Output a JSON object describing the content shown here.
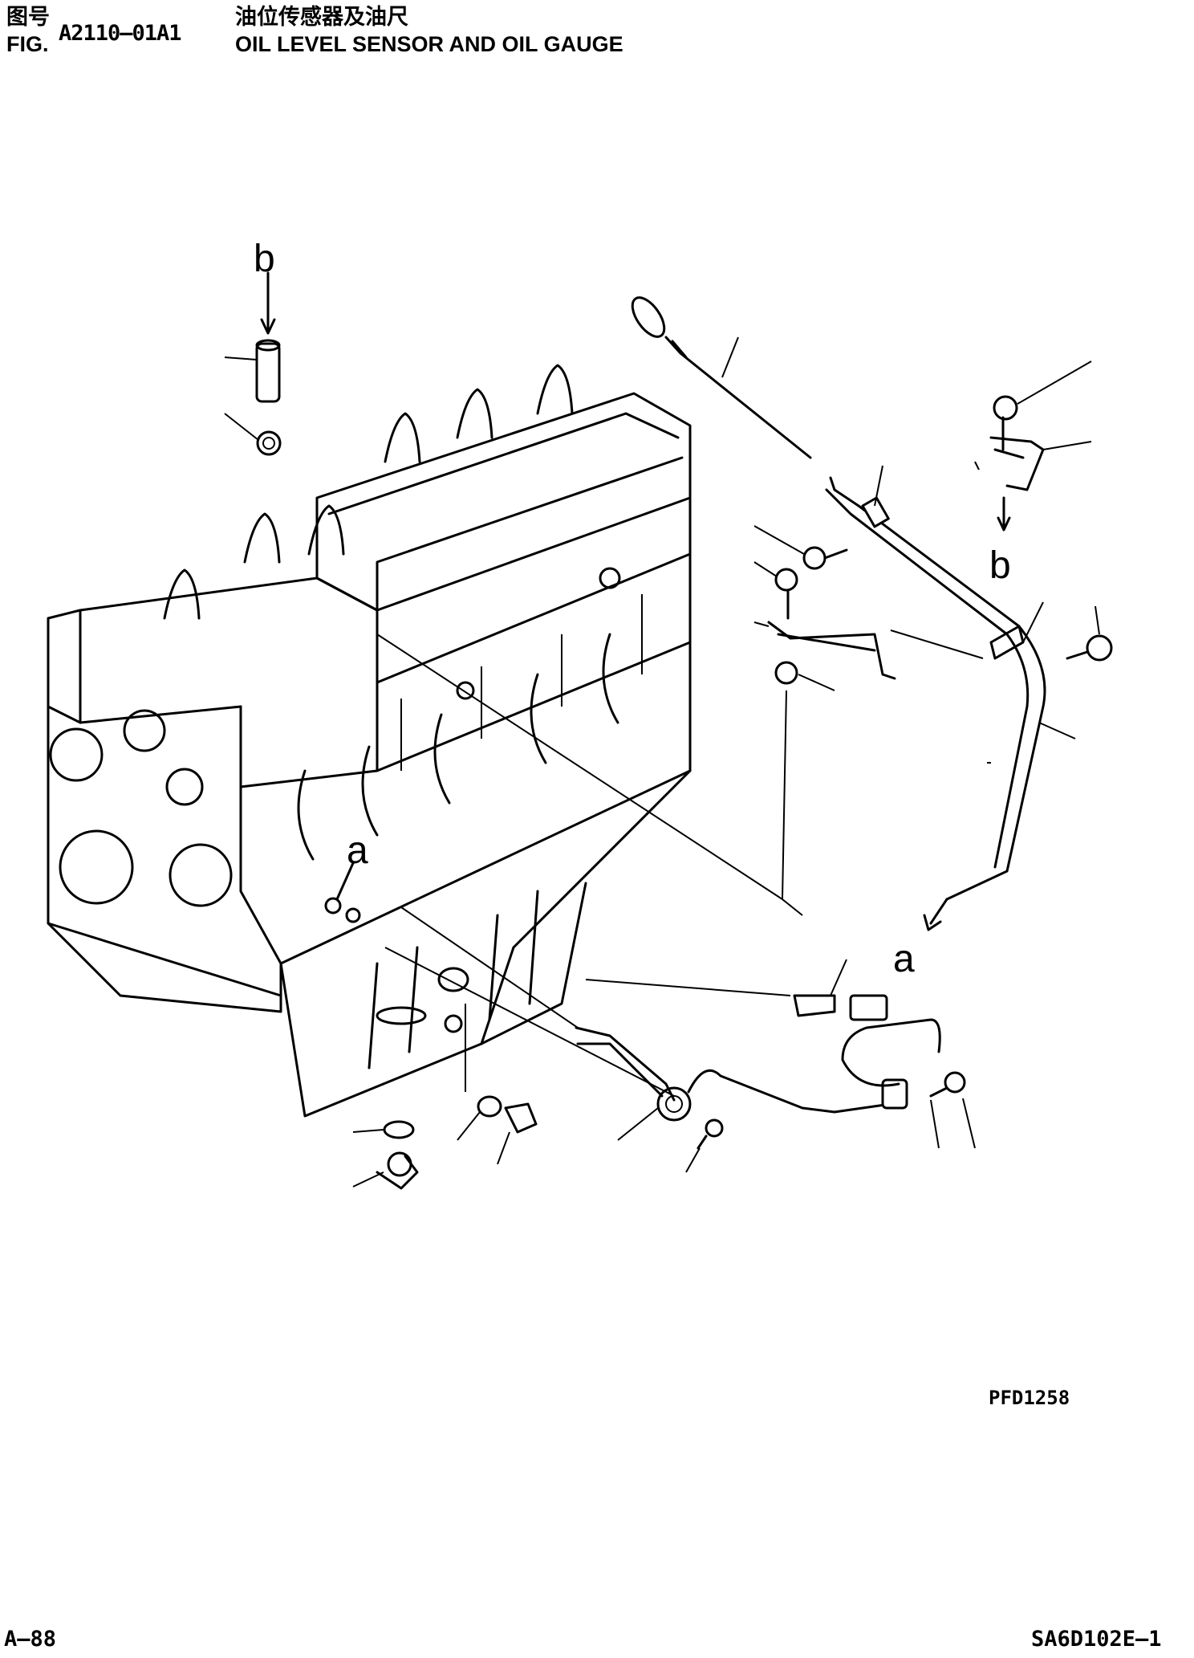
{
  "header": {
    "label_cn": "图号",
    "label_fig": "FIG.",
    "figure_number": "A2110—01A1",
    "title_cn": "油位传感器及油尺",
    "title_en": "OIL LEVEL SENSOR AND OIL GAUGE"
  },
  "callouts": {
    "b_top": "b",
    "b_right": "b",
    "a_left": "a",
    "a_right": "a"
  },
  "reference_code": "PFD1258",
  "footer": {
    "page": "A—88",
    "model": "SA6D102E—1"
  }
}
